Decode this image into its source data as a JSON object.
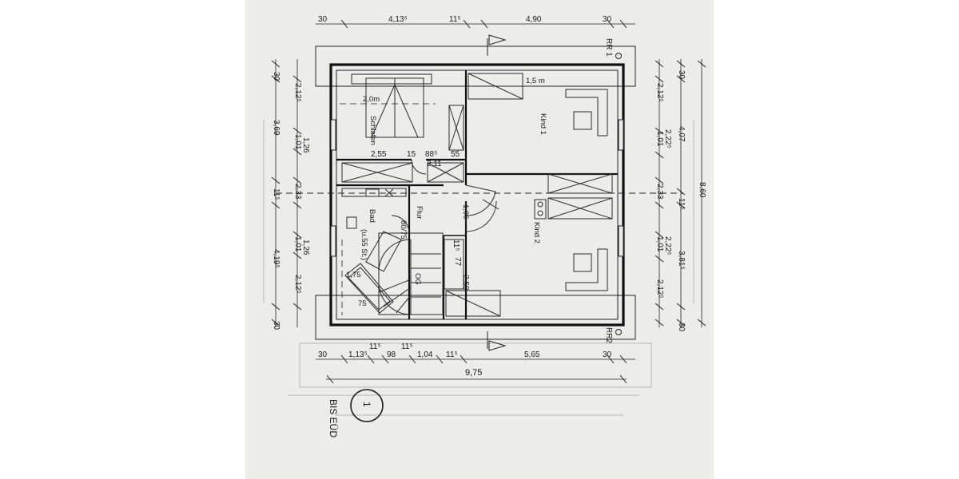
{
  "drawing": {
    "plan_number": "1",
    "plan_caption": "BIS EÜD",
    "section_marks": {
      "top": "RR 1",
      "bottom": "RR2"
    }
  },
  "rooms": {
    "schlafen": "Schlafen",
    "kind1": "Kind 1",
    "kind2": "Kind 2",
    "bad": "Bad",
    "bad_note": "(u.55 St.)",
    "flur": "Flur",
    "stair_label": "OG"
  },
  "furniture": {
    "bed_length": "2,0m",
    "kind1_bed_length": "1,5 m",
    "bath_length": "1,75",
    "bath_width": "75",
    "flur_width": "1,96",
    "stair_gap": "80/75"
  },
  "dims": {
    "top": [
      "30",
      "4,13⁵",
      "11⁵",
      "4,90",
      "30"
    ],
    "bottom": [
      "30",
      "1,13⁵",
      "11⁵",
      "98",
      "11⁵",
      "1,04",
      "11⁵",
      "5,65",
      "30"
    ],
    "overall": "9,75",
    "left_outer": [
      "30",
      "3,69",
      "11⁵",
      "4,19⁵",
      "30"
    ],
    "left_inner": [
      "2,12⁵",
      "1,01",
      "1,26",
      "2,33",
      "1,01",
      "1,26",
      "2,12⁵"
    ],
    "right_inner": [
      "2,12⁵",
      "1,01",
      "2,22⁵",
      "2,33",
      "1,01",
      "2,22⁵",
      "2,12⁵"
    ],
    "right_mid": [
      "30",
      "4,07",
      "11⁵",
      "3,81⁵",
      "30"
    ],
    "right_overall": "8,60",
    "interior": [
      "2,55",
      "15",
      "88⁵",
      "55",
      "2,11",
      "11⁵",
      "77",
      "2,50"
    ]
  }
}
